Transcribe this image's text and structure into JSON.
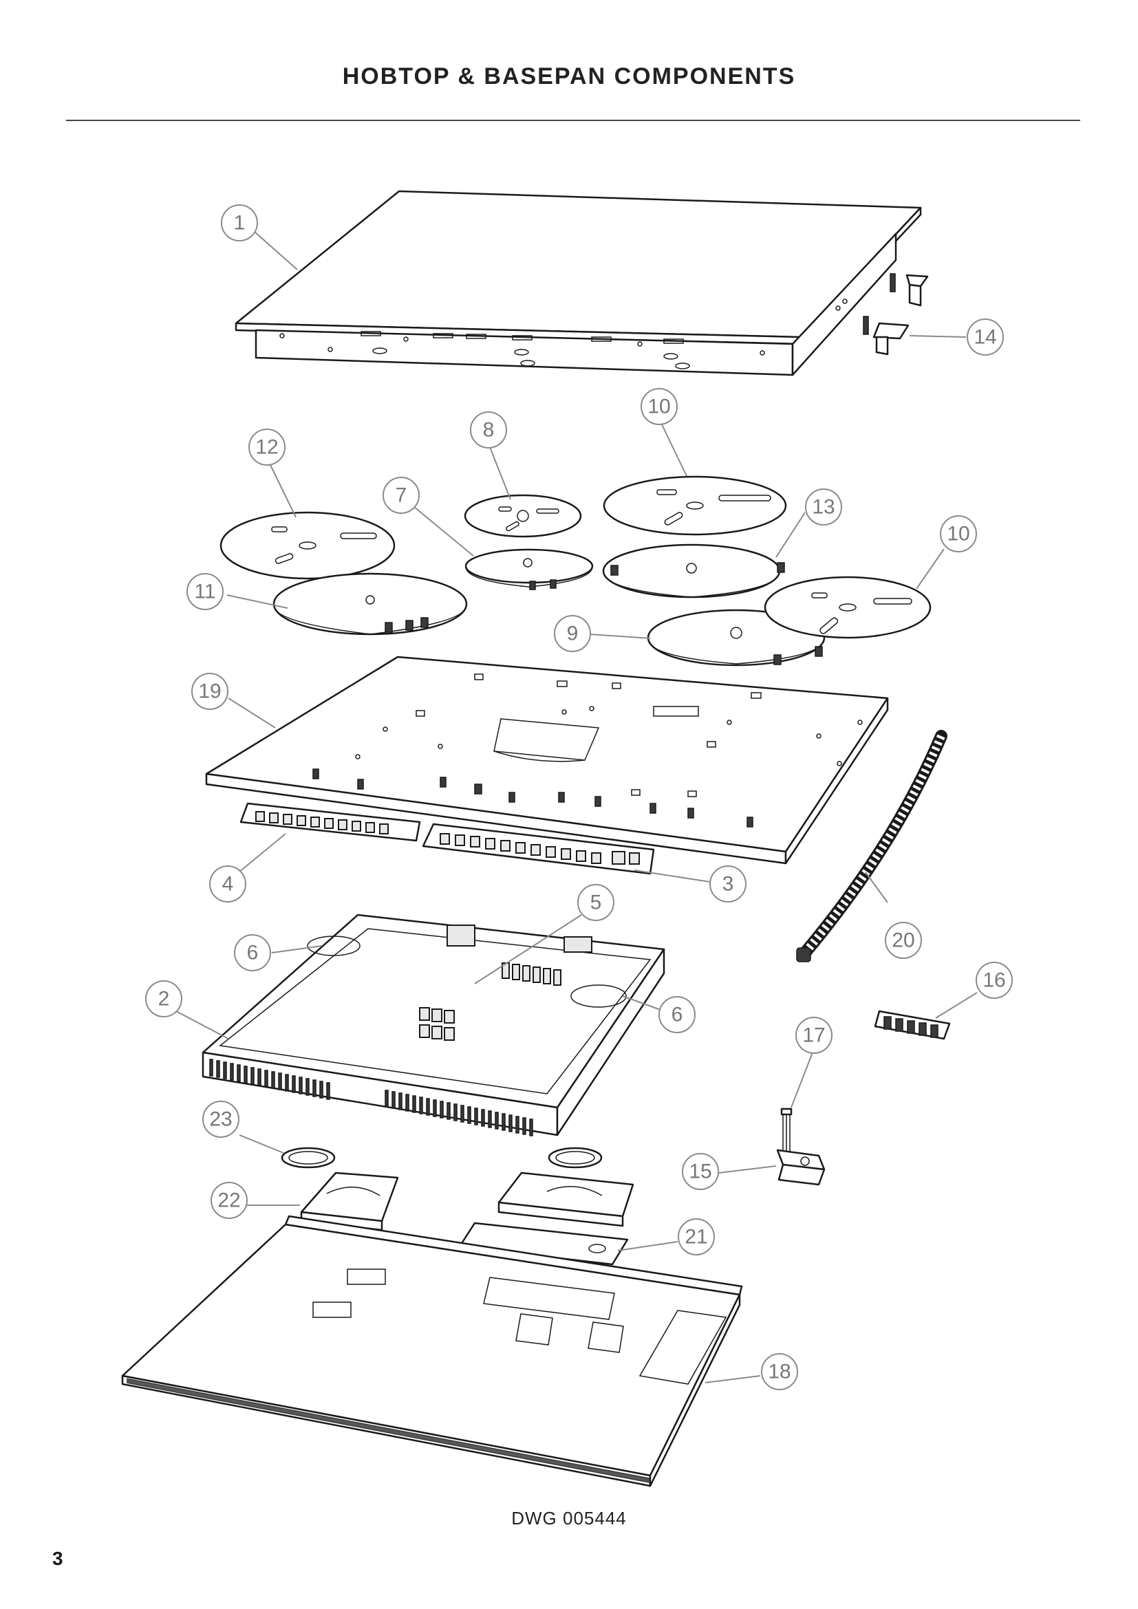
{
  "page": {
    "title": "HOBTOP & BASEPAN COMPONENTS",
    "drawing_number": "DWG 005444",
    "page_number": "3"
  },
  "callouts": [
    "1",
    "2",
    "3",
    "4",
    "5",
    "6",
    "6",
    "7",
    "8",
    "9",
    "10",
    "10",
    "11",
    "12",
    "13",
    "14",
    "15",
    "16",
    "17",
    "18",
    "19",
    "20",
    "21",
    "22",
    "23"
  ],
  "colors": {
    "line": "#1a1a1a",
    "callout": "#8a8a8a"
  }
}
